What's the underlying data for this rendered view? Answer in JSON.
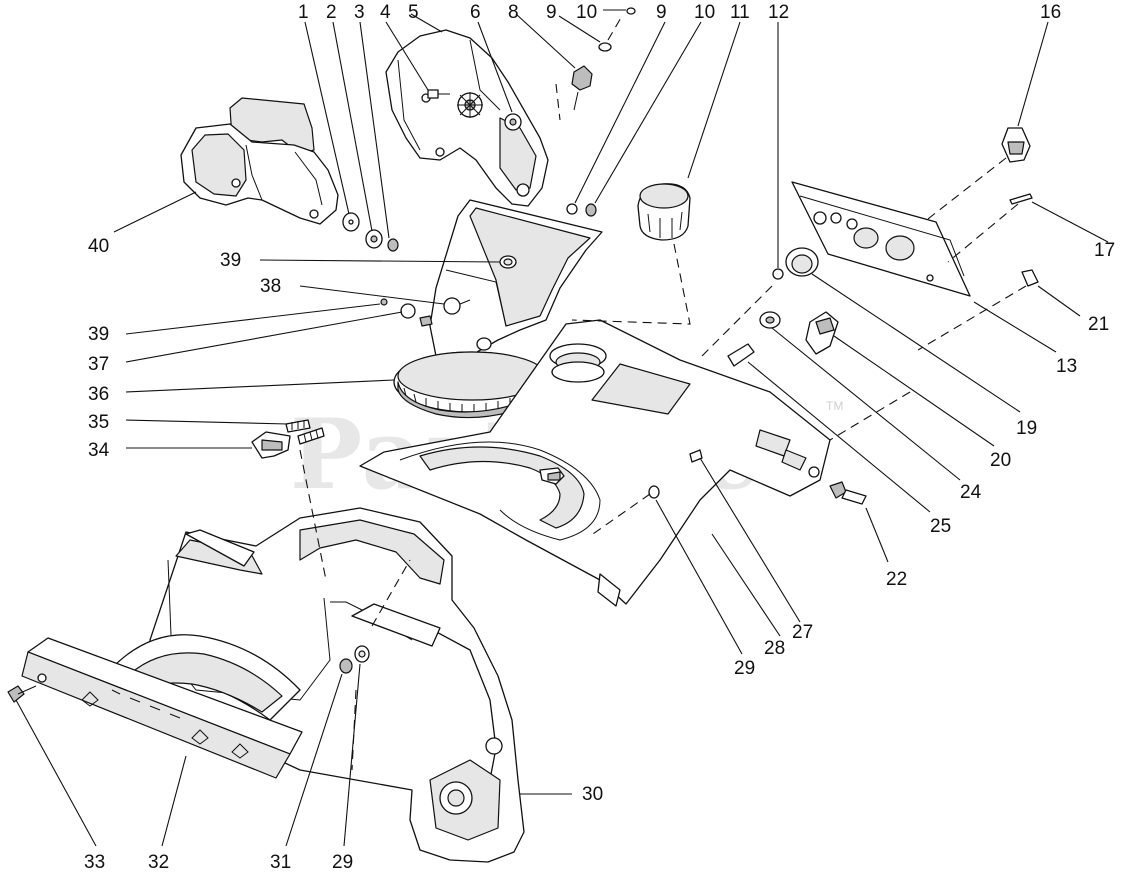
{
  "watermark": {
    "text": "PartsTree",
    "trademark": "TM"
  },
  "callouts": [
    {
      "id": "c1",
      "label": "1"
    },
    {
      "id": "c2",
      "label": "2"
    },
    {
      "id": "c3",
      "label": "3"
    },
    {
      "id": "c4",
      "label": "4"
    },
    {
      "id": "c5",
      "label": "5"
    },
    {
      "id": "c6",
      "label": "6"
    },
    {
      "id": "c8",
      "label": "8"
    },
    {
      "id": "c9a",
      "label": "9"
    },
    {
      "id": "c10a",
      "label": "10"
    },
    {
      "id": "c9b",
      "label": "9"
    },
    {
      "id": "c10b",
      "label": "10"
    },
    {
      "id": "c11",
      "label": "11"
    },
    {
      "id": "c12",
      "label": "12"
    },
    {
      "id": "c16",
      "label": "16"
    },
    {
      "id": "c17",
      "label": "17"
    },
    {
      "id": "c21",
      "label": "21"
    },
    {
      "id": "c13",
      "label": "13"
    },
    {
      "id": "c19",
      "label": "19"
    },
    {
      "id": "c20",
      "label": "20"
    },
    {
      "id": "c24",
      "label": "24"
    },
    {
      "id": "c25",
      "label": "25"
    },
    {
      "id": "c22",
      "label": "22"
    },
    {
      "id": "c27",
      "label": "27"
    },
    {
      "id": "c28",
      "label": "28"
    },
    {
      "id": "c29a",
      "label": "29"
    },
    {
      "id": "c40",
      "label": "40"
    },
    {
      "id": "c39a",
      "label": "39"
    },
    {
      "id": "c38",
      "label": "38"
    },
    {
      "id": "c39b",
      "label": "39"
    },
    {
      "id": "c37",
      "label": "37"
    },
    {
      "id": "c36",
      "label": "36"
    },
    {
      "id": "c35",
      "label": "35"
    },
    {
      "id": "c34",
      "label": "34"
    },
    {
      "id": "c30",
      "label": "30"
    },
    {
      "id": "c33",
      "label": "33"
    },
    {
      "id": "c32",
      "label": "32"
    },
    {
      "id": "c31",
      "label": "31"
    },
    {
      "id": "c29b",
      "label": "29"
    }
  ]
}
